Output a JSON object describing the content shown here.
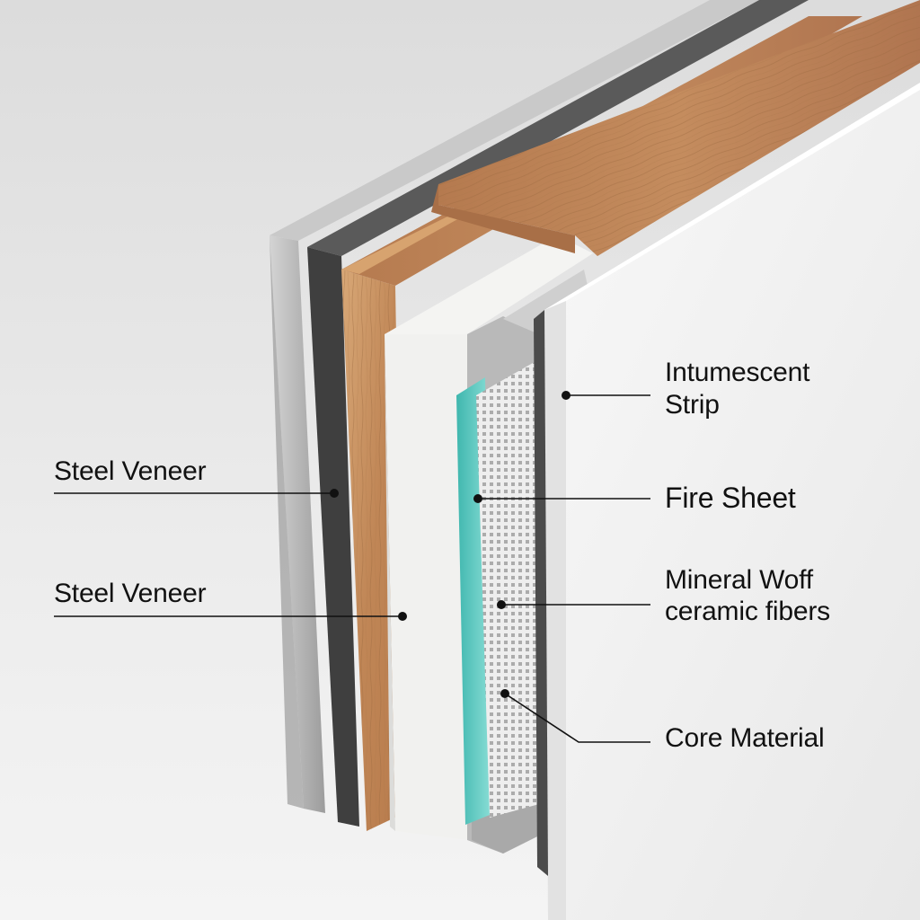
{
  "labels": {
    "steel_veneer_top": "Steel Veneer",
    "steel_veneer_bottom": "Steel Veneer",
    "intumescent_line1": "Intumescent",
    "intumescent_line2": "Strip",
    "fire_sheet": "Fire Sheet",
    "mineral_line1": "Mineral Woff",
    "mineral_line2": "ceramic fibers",
    "core_material": "Core Material"
  },
  "colors": {
    "background": "#e9e9e9",
    "steel_outer": "#a9a9a9",
    "dark_layer": "#4a4a4a",
    "wood": "#c8915c",
    "mineral_board": "#f2f2f0",
    "fire_sheet": "#5cc9c0",
    "core_mesh": "#d9d9d9",
    "aluminium": "#b4b4b4",
    "white_panel": "#f7f7f7",
    "leader": "#111111"
  }
}
